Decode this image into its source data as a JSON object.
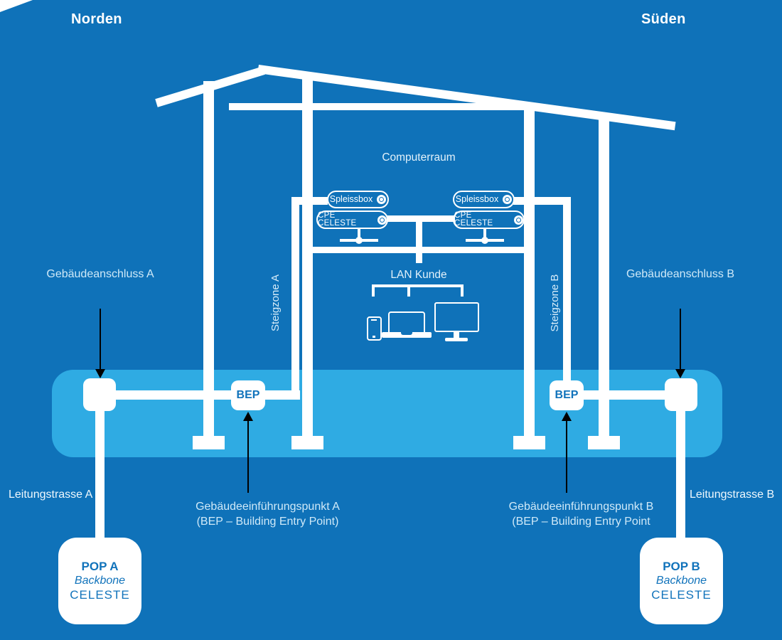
{
  "compass": {
    "north": "Norden",
    "south": "Süden"
  },
  "room": {
    "title": "Computerraum",
    "lan_label": "LAN Kunde",
    "pills": {
      "spleissbox_a": "Spleissbox",
      "cpe_a": "CPE CELESTE",
      "spleissbox_b": "Spleissbox",
      "cpe_b": "CPE CELESTE"
    }
  },
  "risers": {
    "a": "Steigzone A",
    "b": "Steigzone B"
  },
  "building_connections": {
    "a": "Gebäudeanschluss A",
    "b": "Gebäudeanschluss B"
  },
  "bep_boxes": {
    "a": "BEP",
    "b": "BEP"
  },
  "bep_notes": {
    "a": {
      "line1": "Gebäudeeinführungspunkt A",
      "line2": "(BEP – Building Entry Point)"
    },
    "b": {
      "line1": "Gebäudeeinführungspunkt B",
      "line2": "(BEP – Building Entry Point"
    }
  },
  "routes": {
    "a": "Leitungstrasse A",
    "b": "Leitungstrasse B"
  },
  "pops": {
    "a": {
      "name": "POP A",
      "network": "Backbone",
      "operator": "CELESTE"
    },
    "b": {
      "name": "POP B",
      "network": "Backbone",
      "operator": "CELESTE"
    }
  },
  "colors": {
    "background": "#0F72B9",
    "basement_band": "#2FABE3",
    "structure": "#FFFFFF",
    "box_text": "#1173BB",
    "pale_label": "#CFE9F8",
    "arrow": "#000000"
  }
}
